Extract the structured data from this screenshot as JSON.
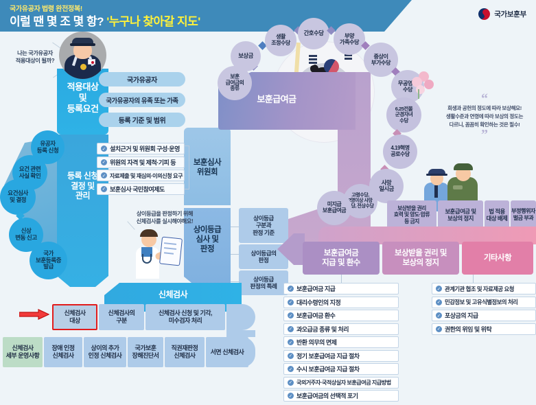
{
  "header": {
    "kicker": "국가유공자 법령 완전정복!",
    "title_plain": "이럴 땐 몇 조 몇 항? ",
    "title_quoted": "'누구나 찾아갈 지도'",
    "brand": "국가보훈부",
    "brand_icon": "korea-government-taegeuk-icon",
    "band_color": "#3e8aba",
    "kicker_color": "#ffe96b",
    "quoted_color": "#fff23a"
  },
  "section_apply": {
    "title": "적용대상\n및\n등록요건",
    "thought": "나는 국가유공자\n적용대상이 될까?",
    "avatar_icon": "veteran-avatar-icon",
    "items": [
      "국가유공자",
      "국가유공자의 유족 또는 가족",
      "등록 기준 및 범위"
    ]
  },
  "section_register": {
    "title": "등록 신청\n결정 및\n관리",
    "bubbles": [
      "유공자\n등록 신청",
      "요건 관련\n사실 확인",
      "요건심사\n및 결정",
      "신상\n변동 신고",
      "국가\n보훈등록증\n발급"
    ]
  },
  "section_committee": {
    "title": "보훈심사\n위원회",
    "items": [
      "설치근거 및 위원회 구성·운영",
      "위원의 자격 및 제척·기피 등",
      "자료제출 및 재심의·이의신청 요구",
      "보훈심사 국민참여제도"
    ]
  },
  "section_grade": {
    "title": "상이등급\n심사 및\n판정",
    "thought": "상이등급을 판정하기 위해\n신체검사를 실시해야해요!",
    "doctor_icon": "doctor-illustration-icon",
    "items": [
      "상이등급\n구분과\n판정 기준",
      "상이등급의\n판정",
      "상이등급\n판정의 특례"
    ]
  },
  "section_physical": {
    "title": "신체검사",
    "row1": [
      "신체검사\n대상",
      "신체검사의\n구분",
      "신체검사 신청 및 기각,\n미수검자 처리"
    ],
    "highlighted": "신체검사\n대상",
    "highlight_color": "#e21b1b",
    "pointer_icon": "red-arrow-icon",
    "row2": [
      "신체검사\n세부 운영사항",
      "장애 인정\n신체검사",
      "상이의 추가\n인정 신체검사",
      "국가보훈\n장해진단서",
      "직권재판정\n신체검사",
      "서면 신체검사"
    ]
  },
  "section_benefit": {
    "title": "보훈급여금",
    "illustration_icon": "woman-with-tablet-and-flag-icon",
    "bubbles": [
      "보훈\n급여금의\n종류",
      "보상금",
      "생활\n조정수당",
      "간호수당",
      "부양\n가족수당",
      "중상이\n부가수당",
      "무공영예\n수당",
      "6.25전몰\n군경자녀\n수당",
      "4.19혁명\n공로수당",
      "사망\n일시금",
      "고령수당,\n2명이상 사망\n수당, 전상수당",
      "미지급\n보훈급여금"
    ],
    "quote": "희생과 공헌의 정도에 따라 보상해요!\n생활수준과 연령에 따라 보상의 정도는\n다르니, 꼼꼼히 확인하는 것은 필수!",
    "quote_open": "“",
    "quote_close": "”"
  },
  "section_suspend": {
    "boxes": [
      "보상받을 권리\n효력 및 양도·압류\n등 금지",
      "보훈급여금 및\n보상의 정지",
      "법 적용\n대상 배제",
      "부정행위자\n벌금 부과"
    ],
    "soldier_icon": "police-and-soldier-illustration-icon"
  },
  "bottom_ribbons": [
    {
      "label": "보훈급여금\n지급 및 환수",
      "color": "#ab8fc4"
    },
    {
      "label": "보상받을 권리 및\n보상의 정지",
      "color": "#c78fbe"
    },
    {
      "label": "기타사항",
      "color": "#e27fa8"
    }
  ],
  "list_payment": [
    "보훈급여금 지급",
    "대리수령인의 지정",
    "보훈급여금 환수",
    "과오급금 종류 및 처리",
    "반환 의무의 면제",
    "정기 보훈급여금 지급 절차",
    "수시 보훈급여금 지급 절차",
    "국외거주자·국적상실자 보훈급여금 지급방법",
    "보훈급여금의 선택적 포기"
  ],
  "list_other": [
    "관계기관 협조 및 자료제공 요청",
    "민감정보 및 고유식별정보의 처리",
    "포상금의 지급",
    "권한의 위임 및 위탁"
  ],
  "colors": {
    "bg": "#eef4f8",
    "blue_dark": "#2aaae1",
    "blue_mid": "#3aa6dc",
    "blue_pale": "#aecbe9",
    "purple": "#b49ccb",
    "pink": "#e27fa8",
    "green": "#bcdcc6"
  }
}
